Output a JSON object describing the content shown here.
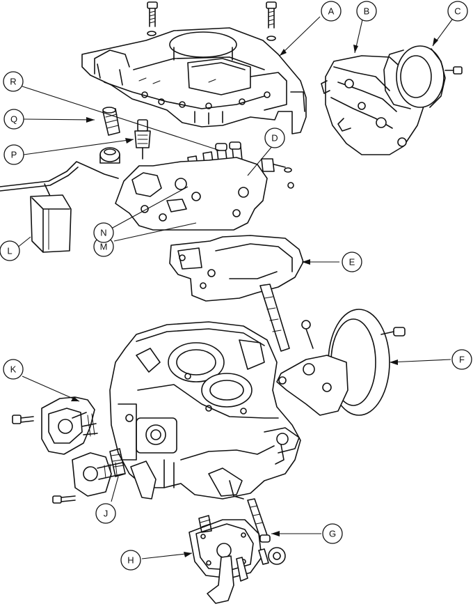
{
  "callouts": [
    {
      "id": "A",
      "label": "A"
    },
    {
      "id": "B",
      "label": "B"
    },
    {
      "id": "C",
      "label": "C"
    },
    {
      "id": "D",
      "label": "D"
    },
    {
      "id": "E",
      "label": "E"
    },
    {
      "id": "F",
      "label": "F"
    },
    {
      "id": "G",
      "label": "G"
    },
    {
      "id": "H",
      "label": "H"
    },
    {
      "id": "J",
      "label": "J"
    },
    {
      "id": "K",
      "label": "K"
    },
    {
      "id": "L",
      "label": "L"
    },
    {
      "id": "M",
      "label": "M"
    },
    {
      "id": "N",
      "label": "N"
    },
    {
      "id": "P",
      "label": "P"
    },
    {
      "id": "Q",
      "label": "Q"
    },
    {
      "id": "R",
      "label": "R"
    }
  ]
}
